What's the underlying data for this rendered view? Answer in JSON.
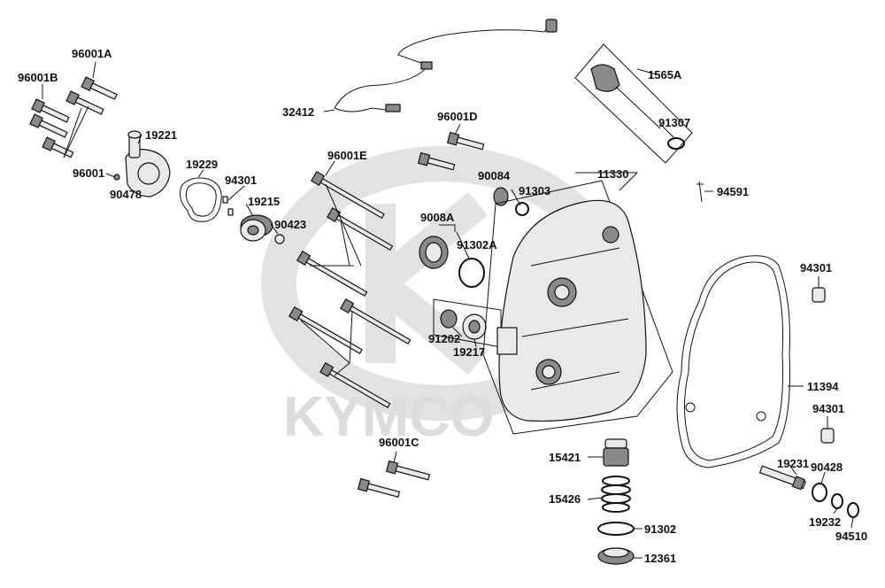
{
  "watermark": {
    "brand": "KYMCO"
  },
  "labels": {
    "p96001A": "96001A",
    "p96001B": "96001B",
    "p96001": "96001",
    "p90478": "90478",
    "p19221": "19221",
    "p19229": "19229",
    "p94301a": "94301",
    "p19215": "19215",
    "p90423": "90423",
    "p32412": "32412",
    "p96001D": "96001D",
    "p96001E": "96001E",
    "p90084": "90084",
    "p91303": "91303",
    "p11330": "11330",
    "p9008A": "9008A",
    "p91302A": "91302A",
    "p91202": "91202",
    "p19217": "19217",
    "p1565A": "1565A",
    "p91307": "91307",
    "p94591": "94591",
    "p94301b": "94301",
    "p11394": "11394",
    "p94301c": "94301",
    "p96001C": "96001C",
    "p15421": "15421",
    "p15426": "15426",
    "p91302": "91302",
    "p12361": "12361",
    "p19231": "19231",
    "p90428": "90428",
    "p19232": "19232",
    "p94510": "94510"
  }
}
